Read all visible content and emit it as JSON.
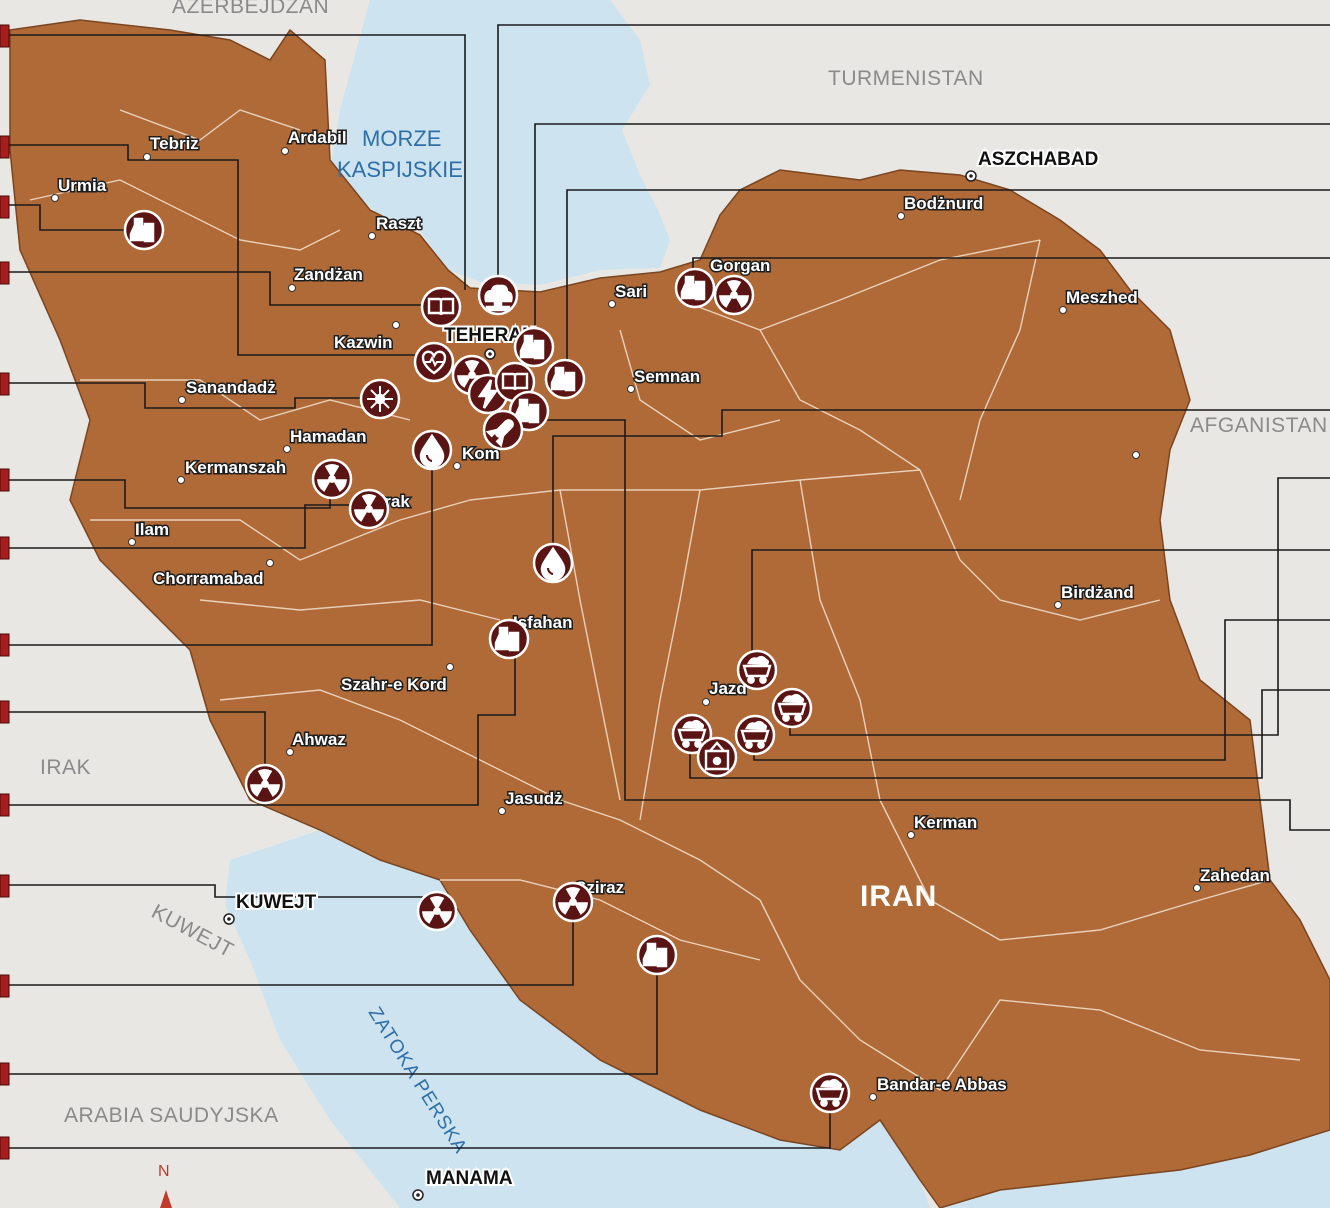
{
  "countries": {
    "azerbaijan": "AZERBEJDŻAN",
    "turkmenistan": "TURMENISTAN",
    "afghanistan": "AFGANISTAN",
    "iraq": "IRAK",
    "kuwait": "KUWEJT",
    "saudi_arabia": "ARABIA SAUDYJSKA",
    "iran": "IRAN"
  },
  "seas": {
    "caspian_line1": "MORZE",
    "caspian_line2": "KASPIJSKIE",
    "persian_gulf": "ZATOKA PERSKA"
  },
  "capitals": {
    "tehran": "TEHERAN",
    "ashgabat": "ASZCHABAD",
    "kuwait_city": "KUWEJT",
    "manama": "MANAMA"
  },
  "cities": [
    {
      "name": "Tebriz"
    },
    {
      "name": "Ardabil"
    },
    {
      "name": "Urmia"
    },
    {
      "name": "Raszt"
    },
    {
      "name": "Zandżan"
    },
    {
      "name": "Kazwin"
    },
    {
      "name": "Sanandadż"
    },
    {
      "name": "Hamadan"
    },
    {
      "name": "Kermanszah"
    },
    {
      "name": "Arak"
    },
    {
      "name": "Kom"
    },
    {
      "name": "Ilam"
    },
    {
      "name": "Chorramabad"
    },
    {
      "name": "Isfahan"
    },
    {
      "name": "Szahr-e Kord"
    },
    {
      "name": "Ahwaz"
    },
    {
      "name": "Jasudż"
    },
    {
      "name": "Sziraz"
    },
    {
      "name": "Sari"
    },
    {
      "name": "Gorgan"
    },
    {
      "name": "Semnan"
    },
    {
      "name": "Bodżnurd"
    },
    {
      "name": "Meszhed"
    },
    {
      "name": "Birdżand"
    },
    {
      "name": "Jazd"
    },
    {
      "name": "Kerman"
    },
    {
      "name": "Zahedan"
    },
    {
      "name": "Bandar-e Abbas"
    }
  ],
  "facility_icon_types": [
    "chemical-plant-icon",
    "nuclear-icon",
    "research-book-icon",
    "medical-icon",
    "laser-icon",
    "explosion-icon",
    "energy-bolt-icon",
    "missile-icon",
    "oil-drop-icon",
    "mining-cart-icon",
    "mine-entrance-icon"
  ],
  "compass": {
    "north": "N"
  },
  "colors": {
    "iran_fill": "#b06a38",
    "water": "#cde3ef",
    "land_other": "#e9e7e3",
    "icon_fill": "#5a1414",
    "tab_red": "#a71d1d"
  }
}
